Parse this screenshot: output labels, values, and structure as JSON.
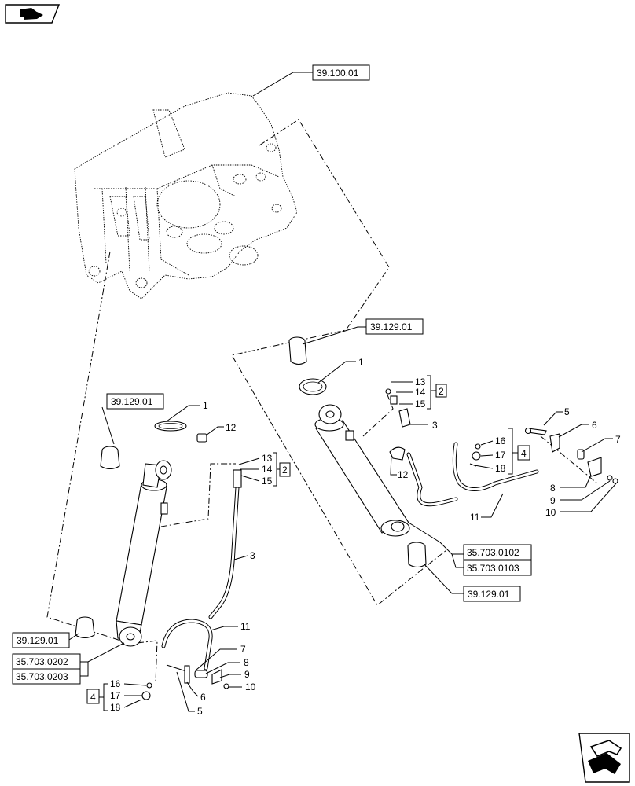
{
  "diagram": {
    "references": {
      "top_frame": "39.100.01",
      "right_top": "39.129.01",
      "left_top": "39.129.01",
      "left_bottom": "39.129.01",
      "right_bottom": "39.129.01",
      "right_asm_1": "35.703.0102",
      "right_asm_2": "35.703.0103",
      "left_asm_1": "35.703.0202",
      "left_asm_2": "35.703.0203"
    },
    "group_labels": {
      "kit_2_left": "2",
      "kit_2_right": "2",
      "kit_4_left": "4",
      "kit_4_right": "4"
    },
    "callouts_left": {
      "c1": "1",
      "c12": "12",
      "c13": "13",
      "c14": "14",
      "c15": "15",
      "c3": "3",
      "c11": "11",
      "c7": "7",
      "c8": "8",
      "c9": "9",
      "c10": "10",
      "c6": "6",
      "c5": "5",
      "c16": "16",
      "c17": "17",
      "c18": "18"
    },
    "callouts_right": {
      "c1": "1",
      "c13": "13",
      "c14": "14",
      "c15": "15",
      "c3": "3",
      "c12": "12",
      "c16": "16",
      "c17": "17",
      "c18": "18",
      "c5": "5",
      "c6": "6",
      "c7": "7",
      "c8": "8",
      "c9": "9",
      "c10": "10",
      "c11": "11"
    }
  }
}
